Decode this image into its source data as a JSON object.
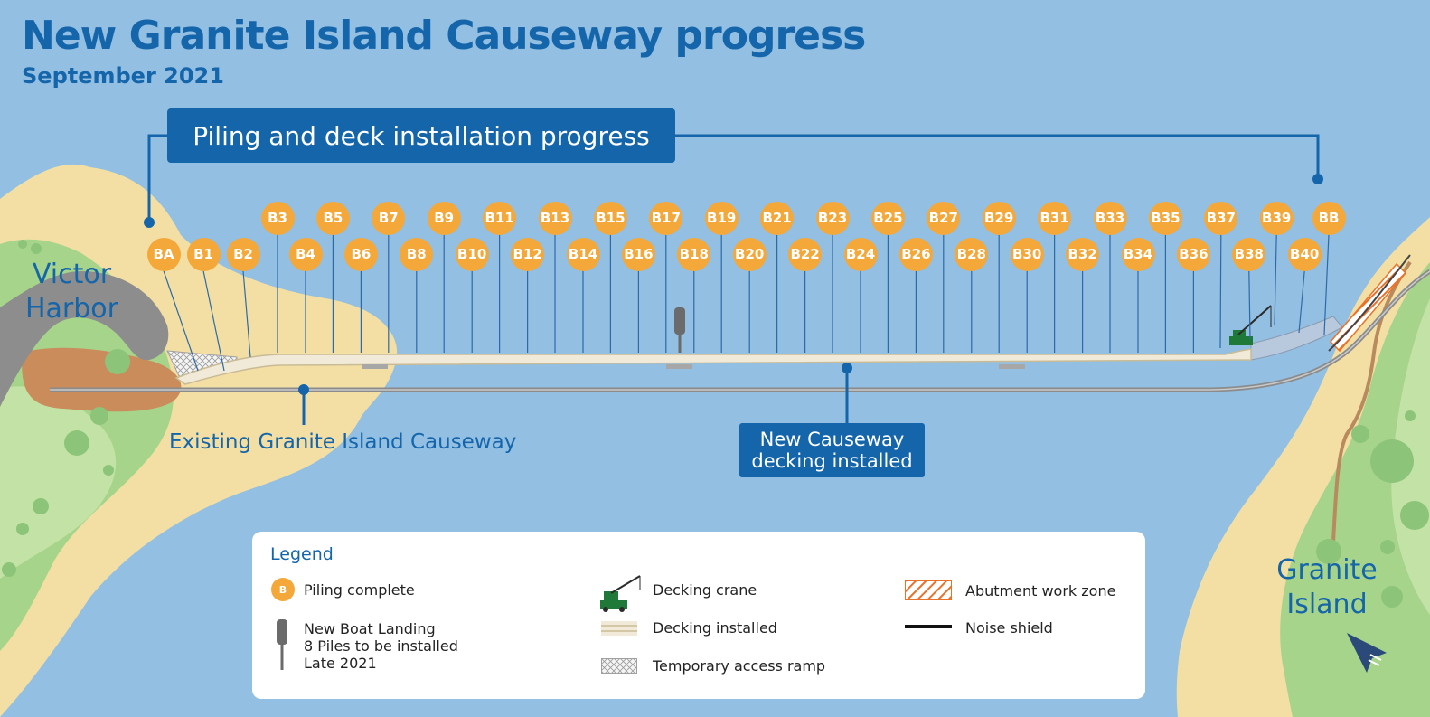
{
  "header": {
    "title": "New Granite Island Causeway progress",
    "subtitle": "September 2021"
  },
  "banner": {
    "label": "Piling and deck installation progress"
  },
  "places": {
    "victor_harbor": [
      "Victor",
      "Harbor"
    ],
    "granite_island": [
      "Granite",
      "Island"
    ]
  },
  "callouts": {
    "existing_causeway": "Existing Granite Island Causeway",
    "new_causeway_decking": [
      "New Causeway",
      "decking installed"
    ]
  },
  "piles_top_row": [
    "B3",
    "B5",
    "B7",
    "B9",
    "B11",
    "B13",
    "B15",
    "B17",
    "B19",
    "B21",
    "B23",
    "B25",
    "B27",
    "B29",
    "B31",
    "B33",
    "B35",
    "B37",
    "B39",
    "BB"
  ],
  "piles_bottom_row": [
    "BA",
    "B1",
    "B2",
    "B4",
    "B6",
    "B8",
    "B10",
    "B12",
    "B14",
    "B16",
    "B18",
    "B20",
    "B22",
    "B24",
    "B26",
    "B28",
    "B30",
    "B32",
    "B34",
    "B36",
    "B38",
    "B40"
  ],
  "legend": {
    "title": "Legend",
    "piling_marker": "B",
    "piling_complete": "Piling complete",
    "boat_landing": [
      "New Boat Landing",
      "8 Piles to be installed",
      "Late 2021"
    ],
    "decking_crane": "Decking crane",
    "decking_installed": "Decking installed",
    "temporary_ramp": "Temporary access ramp",
    "abutment_zone": "Abutment work zone",
    "noise_shield": "Noise shield"
  },
  "colors": {
    "water": "#92bfe2",
    "sand": "#f3dfa4",
    "land_green": "#a6d48b",
    "accent_blue": "#1565ab",
    "pile_orange": "#f4a83a",
    "abutment_orange": "#e8722a"
  },
  "icons": {
    "north_arrow": "north-arrow-icon",
    "crane": "crane-icon"
  }
}
